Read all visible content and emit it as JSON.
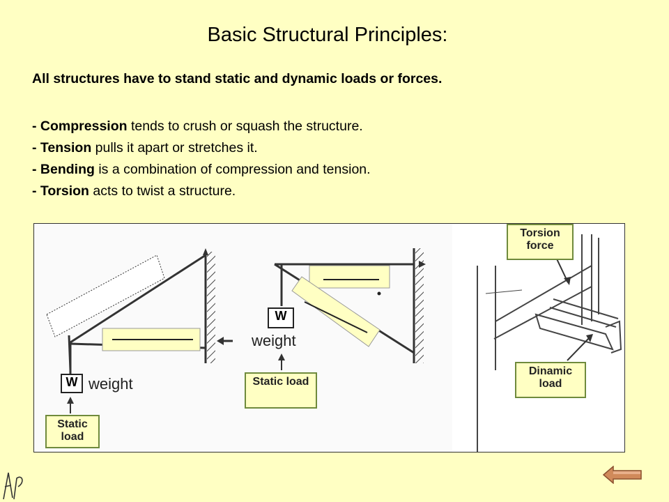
{
  "slide": {
    "title": "Basic Structural Principles:",
    "intro": "All structures have to stand static and dynamic loads or forces.",
    "bullets": [
      {
        "prefix": "- ",
        "term": "Compression",
        "rest": " tends to crush or squash the structure."
      },
      {
        "prefix": "- ",
        "term": "Tension",
        "rest": " pulls it apart or stretches it."
      },
      {
        "prefix": "- ",
        "term": "Bending",
        "rest": " is a combination of compression and tension."
      },
      {
        "prefix": "- ",
        "term": "Torsion",
        "rest": " acts to twist a structure."
      }
    ]
  },
  "figure": {
    "left": {
      "weight_box": "W",
      "weight_text": "weight",
      "static_label": "Static load"
    },
    "middle": {
      "weight_box": "W",
      "weight_text": "weight",
      "static_label": "Static load"
    },
    "right": {
      "torsion_label": "Torsion force",
      "dynamic_label": "Dinamic load"
    }
  },
  "nav": {
    "back_icon": "left-arrow-icon"
  },
  "colors": {
    "background": "#ffffc3",
    "label_border": "#6f8a3c",
    "arrow_button": "#d08a5a"
  }
}
